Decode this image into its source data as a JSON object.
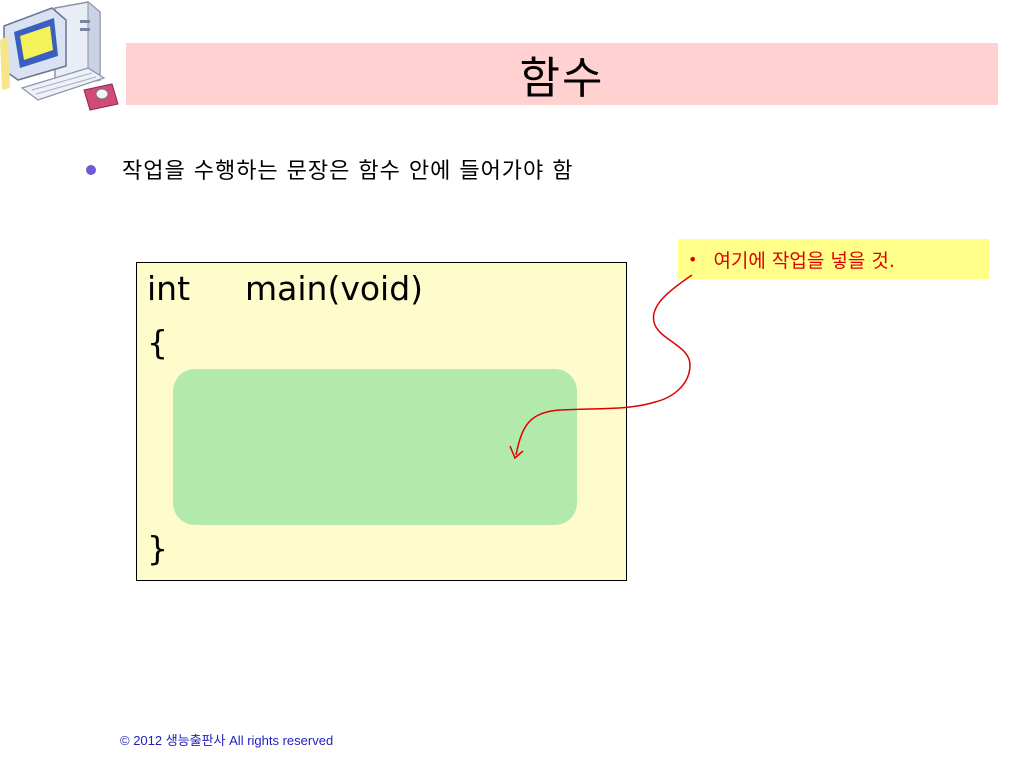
{
  "slide": {
    "title": "함수",
    "bullet": "작업을 수행하는 문장은 함수 안에 들어가야 함",
    "callout": "여기에 작업을 넣을 것.",
    "code": {
      "keyword": "int",
      "signature": "main(void)",
      "open_brace": "{",
      "close_brace": "}"
    },
    "footer": "© 2012 생능출판사  All rights reserved"
  },
  "colors": {
    "title_bg": "#ffd1d1",
    "code_bg": "#fffccc",
    "body_area": "#b2eaac",
    "callout_bg": "#ffff8a",
    "callout_text": "#e00000",
    "bullet": "#6f57d6",
    "footer_text": "#1f1fbf"
  },
  "icons": {
    "clipart": "computer-clipart-icon",
    "arrow": "hand-drawn-arrow-icon"
  }
}
